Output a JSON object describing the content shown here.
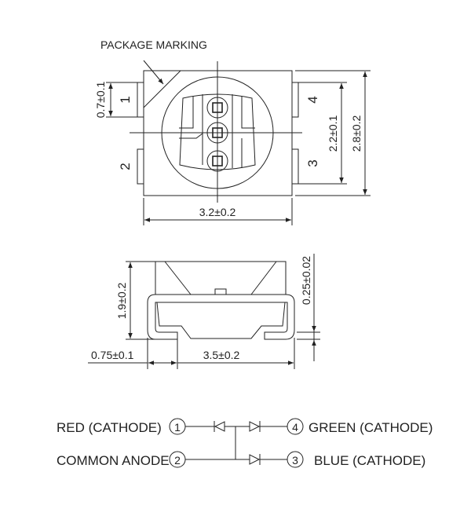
{
  "top_view": {
    "package_marking_label": "PACKAGE MARKING",
    "pin_numbers": [
      "1",
      "2",
      "3",
      "4"
    ],
    "dim_width": "3.2±0.2",
    "dim_pad_height": "0.7±0.1",
    "dim_pad_span": "2.2±0.1",
    "dim_height": "2.8±0.2"
  },
  "side_view": {
    "dim_height": "1.9±0.2",
    "dim_lead_thickness": "0.25±0.02",
    "dim_lead_length": "0.75±0.1",
    "dim_overall_width": "3.5±0.2"
  },
  "schematic": {
    "pins": [
      {
        "number": "1",
        "label": "RED (CATHODE)"
      },
      {
        "number": "2",
        "label": "COMMON ANODE"
      },
      {
        "number": "4",
        "label": "GREEN (CATHODE)"
      },
      {
        "number": "3",
        "label": "BLUE (CATHODE)"
      }
    ]
  }
}
